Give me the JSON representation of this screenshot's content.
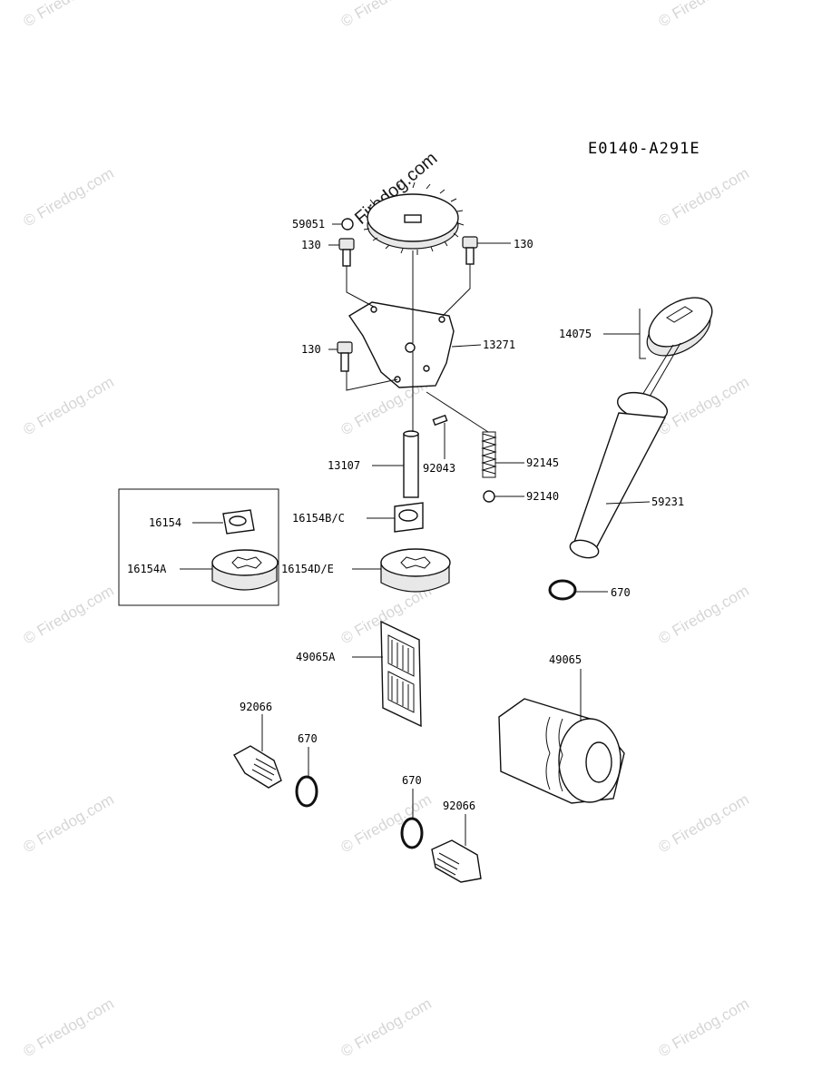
{
  "diagram_code": "E0140-A291E",
  "watermark_text": "Firedog.com",
  "watermark_small_text": "© Firedog.com",
  "parts": {
    "p59051": "59051",
    "p130_left": "130",
    "p130_right": "130",
    "p130_mid": "130",
    "p13271": "13271",
    "p14075": "14075",
    "p13107": "13107",
    "p92043": "92043",
    "p92145": "92145",
    "p92140": "92140",
    "p59231": "59231",
    "p16154": "16154",
    "p16154bc": "16154B/C",
    "p16154a": "16154A",
    "p16154de": "16154D/E",
    "p670_right": "670",
    "p49065a": "49065A",
    "p49065": "49065",
    "p92066_left": "92066",
    "p670_left": "670",
    "p670_mid": "670",
    "p92066_mid": "92066"
  }
}
